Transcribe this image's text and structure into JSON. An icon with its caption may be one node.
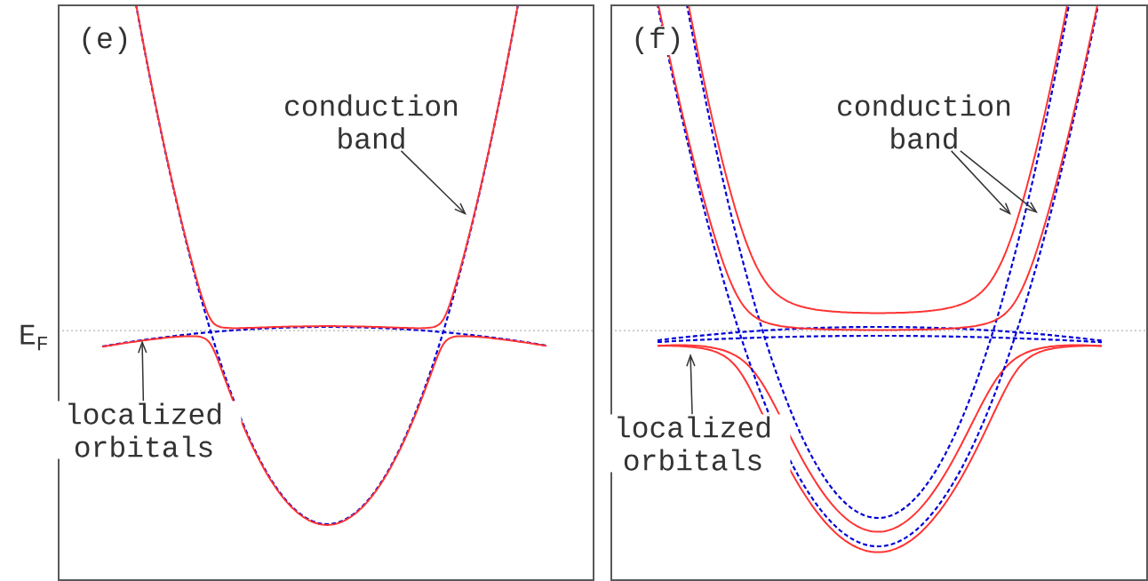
{
  "diagram": {
    "nodes": [
      {
        "text": [
          "(e)"
        ]
      },
      {
        "text": [
          "conduction band"
        ],
        "in": 0
      },
      {
        "text": [
          "localized orbitals"
        ],
        "in": 0
      },
      {
        "text": [
          "(f)"
        ]
      },
      {
        "text": [
          "conduction band"
        ],
        "in": 3
      },
      {
        "text": [
          "localized orbitals"
        ],
        "in": 3
      }
    ],
    "edges": [
      {
        "from": 1,
        "to": null,
        "arrow": "to"
      },
      {
        "from": 2,
        "to": null,
        "arrow": "to"
      },
      {
        "from": 4,
        "to": null,
        "arrow": "to"
      },
      {
        "from": 4,
        "to": null,
        "arrow": "to"
      },
      {
        "from": 5,
        "to": null,
        "arrow": "to"
      }
    ],
    "labels": [
      "E$_{F}$"
    ]
  }
}
